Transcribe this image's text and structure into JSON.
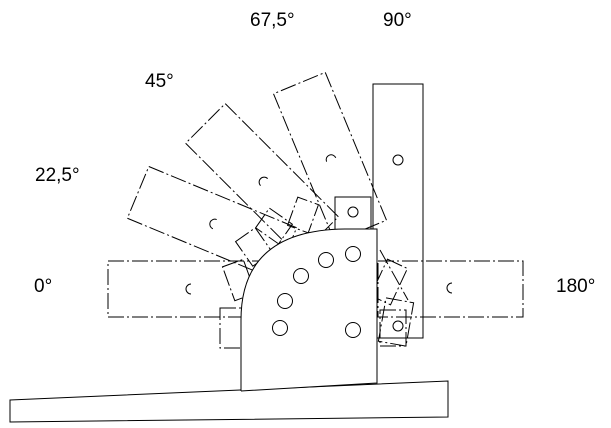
{
  "angle_labels": {
    "deg_0": "0°",
    "deg_22_5": "22,5°",
    "deg_45": "45°",
    "deg_67_5": "67,5°",
    "deg_90": "90°",
    "deg_180": "180°"
  },
  "colors": {
    "stroke": "#000000",
    "background": "#ffffff"
  }
}
